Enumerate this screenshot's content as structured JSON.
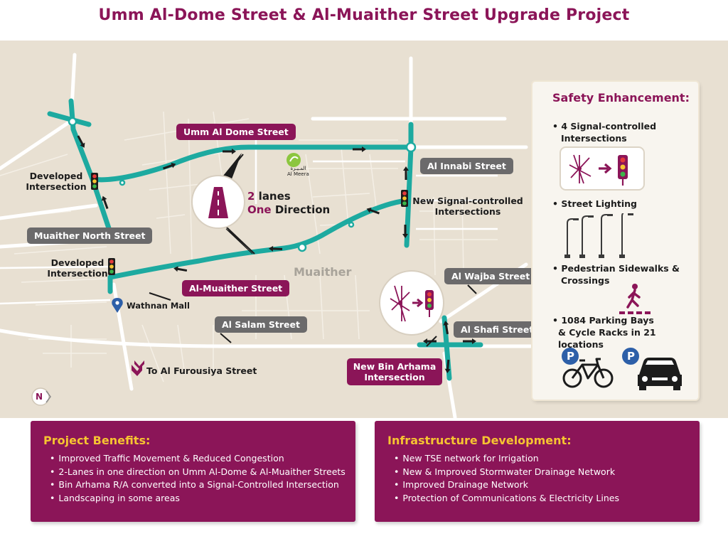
{
  "title": "Umm Al-Dome Street & Al-Muaither Street Upgrade Project",
  "map": {
    "road_labels": {
      "umm_al_dome": "Umm Al Dome Street",
      "al_innabi": "Al Innabi Street",
      "muaither_north": "Muaither North Street",
      "al_muaither": "Al-Muaither Street",
      "al_salam": "Al Salam Street",
      "al_wajba": "Al Wajba Street",
      "al_shafi": "Al Shafi Street"
    },
    "intersections": {
      "developed_1_line1": "Developed",
      "developed_1_line2": "Intersection",
      "developed_2_line1": "Developed",
      "developed_2_line2": "Intersection",
      "new_signal_line1": "New Signal-controlled",
      "new_signal_line2": "Intersections",
      "bin_arhama_line1": "New Bin Arhama",
      "bin_arhama_line2": "Intersection"
    },
    "lanes_callout": {
      "number": "2",
      "lanes_word": "lanes",
      "one_word": "One",
      "direction_word": "Direction"
    },
    "district": "Muaither",
    "landmarks": {
      "wathnan_mall": "Wathnan Mall",
      "al_furousiya": "To Al Furousiya Street",
      "al_meera_arabic": "المـيـرة",
      "al_meera_latin": "Al Meera"
    },
    "north_marker": "N",
    "colors": {
      "road_highlight": "#1daaa0",
      "purple": "#8b1558",
      "grey_label": "#6b6a6b",
      "background": "#e8e0d2"
    }
  },
  "safety": {
    "title": "Safety Enhancement:",
    "items": [
      {
        "line1": "4 Signal-controlled",
        "line2": "Intersections"
      },
      {
        "line1": "Street Lighting",
        "line2": ""
      },
      {
        "line1": "Pedestrian Sidewalks &",
        "line2": "Crossings"
      },
      {
        "line1": "1084 Parking Bays",
        "line2": "& Cycle Racks in 21 locations"
      }
    ],
    "parking_letter": "P"
  },
  "benefits": {
    "title": "Project Benefits:",
    "items": [
      "Improved Traffic Movement & Reduced Congestion",
      "2-Lanes in one direction on Umm Al-Dome & Al-Muaither Streets",
      "Bin Arhama R/A converted into a Signal-Controlled Intersection",
      "Landscaping in some areas"
    ]
  },
  "infrastructure": {
    "title": "Infrastructure Development:",
    "items": [
      "New TSE network for Irrigation",
      "New & Improved Stormwater Drainage Network",
      "Improved Drainage Network",
      "Protection of Communications & Electricity Lines"
    ]
  }
}
